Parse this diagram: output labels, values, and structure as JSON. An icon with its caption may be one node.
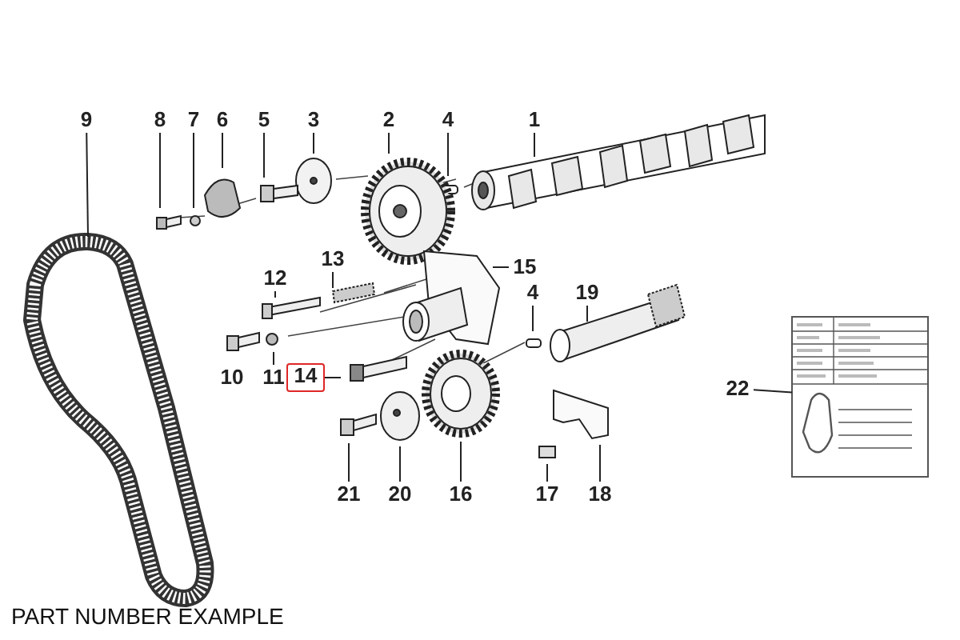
{
  "diagram": {
    "nodes": [
      {
        "text": [
          "9"
        ]
      },
      {
        "text": [
          "8"
        ]
      },
      {
        "text": [
          "7"
        ]
      },
      {
        "text": [
          "6"
        ]
      },
      {
        "text": [
          "5"
        ]
      },
      {
        "text": [
          "3"
        ]
      },
      {
        "text": [
          "2"
        ]
      },
      {
        "text": [
          "4"
        ]
      },
      {
        "text": [
          "1"
        ]
      },
      {
        "text": [
          "15"
        ]
      },
      {
        "text": [
          "12"
        ]
      },
      {
        "text": [
          "13"
        ]
      },
      {
        "text": [
          "4"
        ]
      },
      {
        "text": [
          "19"
        ]
      },
      {
        "text": [
          "10"
        ]
      },
      {
        "text": [
          "11"
        ]
      },
      {
        "text": [
          "14"
        ]
      },
      {
        "text": [
          "22"
        ]
      },
      {
        "text": [
          "21"
        ]
      },
      {
        "text": [
          "20"
        ]
      },
      {
        "text": [
          "16"
        ]
      },
      {
        "text": [
          "17"
        ]
      },
      {
        "text": [
          "18"
        ]
      },
      {
        "text": [],
        "shape": "picture"
      }
    ],
    "edges": [
      {
        "from": 0,
        "to": null,
        "arrow": "none"
      },
      {
        "from": 1,
        "to": null,
        "arrow": "none"
      },
      {
        "from": 2,
        "to": null,
        "arrow": "none"
      },
      {
        "from": 3,
        "to": null,
        "arrow": "none"
      },
      {
        "from": 4,
        "to": null,
        "arrow": "none"
      },
      {
        "from": 5,
        "to": null,
        "arrow": "none"
      },
      {
        "from": 6,
        "to": null,
        "arrow": "none"
      },
      {
        "from": 7,
        "to": null,
        "arrow": "none"
      },
      {
        "from": 8,
        "to": null,
        "arrow": "none"
      },
      {
        "from": 9,
        "to": null,
        "arrow": "none"
      },
      {
        "from": 10,
        "to": null,
        "arrow": "none"
      },
      {
        "from": 11,
        "to": null,
        "arrow": "none"
      },
      {
        "from": 12,
        "to": null,
        "arrow": "none"
      },
      {
        "from": 13,
        "to": null,
        "arrow": "none"
      },
      {
        "from": 15,
        "to": null,
        "arrow": "none"
      },
      {
        "from": 16,
        "to": null,
        "arrow": "none"
      },
      {
        "from": 17,
        "to": 23,
        "arrow": "none"
      },
      {
        "from": 18,
        "to": null,
        "arrow": "none"
      },
      {
        "from": 19,
        "to": null,
        "arrow": "none"
      },
      {
        "from": 20,
        "to": null,
        "arrow": "none"
      },
      {
        "from": 21,
        "to": null,
        "arrow": "none"
      },
      {
        "from": 22,
        "to": null,
        "arrow": "none"
      }
    ],
    "labels": [
      "PART NUMBER EXAMPLE"
    ]
  }
}
